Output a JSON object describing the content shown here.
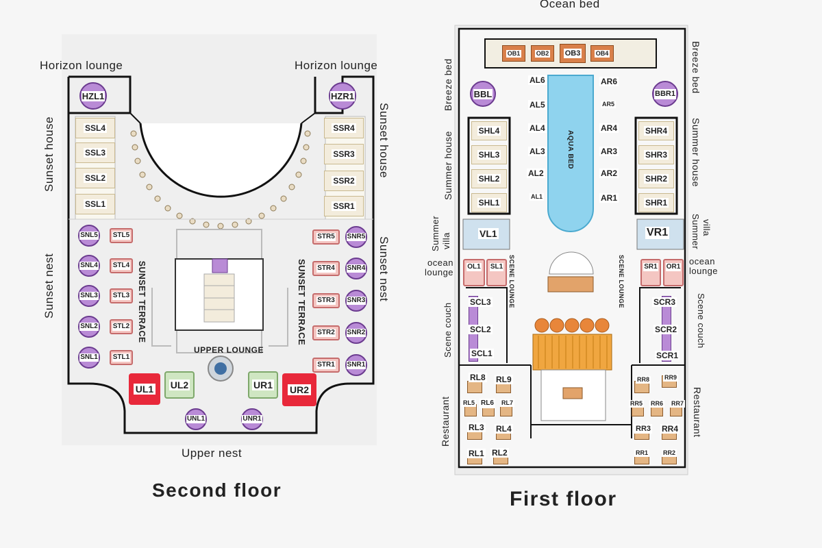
{
  "second_floor": {
    "title": "Second floor",
    "zones": {
      "horizon_left": "Horizon lounge",
      "horizon_right": "Horizon lounge",
      "sunset_house_left": "Sunset house",
      "sunset_house_right": "Sunset house",
      "sunset_nest_left": "Sunset nest",
      "sunset_nest_right": "Sunset nest",
      "sunset_terrace_left": "SUNSET TERRACE",
      "sunset_terrace_right": "SUNSET TERRACE",
      "upper_lounge": "UPPER LOUNGE",
      "upper_nest": "Upper nest"
    },
    "seats": {
      "hzl1": "HZL1",
      "hzr1": "HZR1",
      "ssl": [
        "SSL4",
        "SSL3",
        "SSL2",
        "SSL1"
      ],
      "ssr": [
        "SSR4",
        "SSR3",
        "SSR2",
        "SSR1"
      ],
      "snl": [
        "SNL5",
        "SNL4",
        "SNL3",
        "SNL2",
        "SNL1"
      ],
      "stl": [
        "STL5",
        "STL4",
        "STL3",
        "STL2",
        "STL1"
      ],
      "str": [
        "STR5",
        "STR4",
        "STR3",
        "STR2",
        "STR1"
      ],
      "snr": [
        "SNR5",
        "SNR4",
        "SNR3",
        "SNR2",
        "SNR1"
      ],
      "ul1": "UL1",
      "ul2": "UL2",
      "ur1": "UR1",
      "ur2": "UR2",
      "unl1": "UNL1",
      "unr1": "UNR1"
    }
  },
  "first_floor": {
    "title": "First floor",
    "zones": {
      "ocean_bed": "Ocean bed",
      "breeze_left": "Breeze bed",
      "breeze_right": "Breeze bed",
      "summer_house_left": "Summer house",
      "summer_house_right": "Summer house",
      "summer_villa_left_1": "Summer",
      "summer_villa_left_2": "villa",
      "summer_villa_right_1": "Summer",
      "summer_villa_right_2": "villa",
      "ocean_lounge_left_1": "ocean",
      "ocean_lounge_left_2": "lounge",
      "ocean_lounge_right_1": "ocean",
      "ocean_lounge_right_2": "lounge",
      "scene_lounge_left": "SCENE LOUNGE",
      "scene_lounge_right": "SCENE LOUNGE",
      "scene_couch_left": "Scene couch",
      "scene_couch_right": "Scene couch",
      "restaurant_left": "Restaurant",
      "restaurant_right": "Restaurant",
      "aqua_bed": "AQUA BED"
    },
    "seats": {
      "ob": [
        "OB1",
        "OB2",
        "OB3",
        "OB4"
      ],
      "bbl": "BBL",
      "bbr1": "BBR1",
      "al": [
        "AL6",
        "AL5",
        "AL4",
        "AL3",
        "AL2",
        "AL1"
      ],
      "ar": [
        "AR6",
        "AR5",
        "AR4",
        "AR3",
        "AR2",
        "AR1"
      ],
      "shl": [
        "SHL4",
        "SHL3",
        "SHL2",
        "SHL1"
      ],
      "shr": [
        "SHR4",
        "SHR3",
        "SHR2",
        "SHR1"
      ],
      "vl1": "VL1",
      "vr1": "VR1",
      "ol1": "OL1",
      "sl1": "SL1",
      "sr1": "SR1",
      "or1": "OR1",
      "scl": [
        "SCL3",
        "SCL2",
        "SCL1"
      ],
      "scr": [
        "SCR3",
        "SCR2",
        "SCR1"
      ],
      "rl": {
        "rl8": "RL8",
        "rl9": "RL9",
        "rl5": "RL5",
        "rl6": "RL6",
        "rl7": "RL7",
        "rl3": "RL3",
        "rl4": "RL4",
        "rl1": "RL1",
        "rl2": "RL2"
      },
      "rr": {
        "rr8": "RR8",
        "rr9": "RR9",
        "rr5": "RR5",
        "rr6": "RR6",
        "rr7": "RR7",
        "rr3": "RR3",
        "rr4": "RR4",
        "rr1": "RR1",
        "rr2": "RR2"
      }
    }
  },
  "colors": {
    "purple_seat": "#b98bd6",
    "red_seat": "#f4c6c2",
    "green_seat": "#cfe6c2",
    "highlight_red": "#e8283a",
    "pool": "#8fd3ee"
  }
}
